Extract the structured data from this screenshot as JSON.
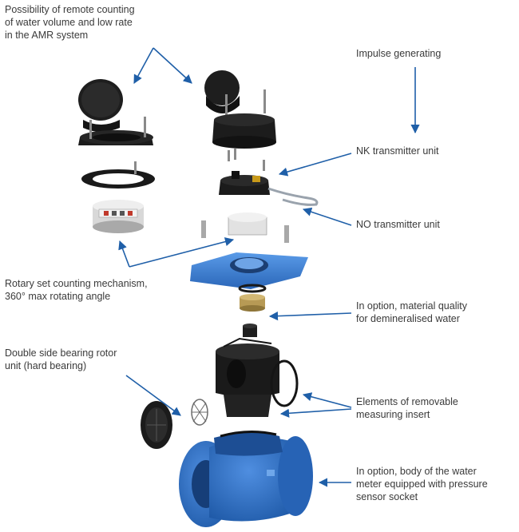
{
  "colors": {
    "text": "#3a3a3a",
    "arrow": "#1f5fa8",
    "part_black": "#1b1b1b",
    "part_blue": "#2f72c9",
    "part_gray": "#bdbdbd",
    "part_brass": "#b79a55"
  },
  "labels": {
    "remote_counting": "Possibility of remote counting\nof water volume and low rate\nin the AMR system",
    "impulse_generating": "Impulse generating",
    "nk_transmitter": "NK transmitter unit",
    "no_transmitter": "NO transmitter unit",
    "rotary_mechanism": "Rotary set counting mechanism,\n360° max rotating angle",
    "material_quality": "In option, material quality\nfor demineralised water",
    "rotor_unit": "Double side bearing rotor\nunit (hard bearing)",
    "removable_insert": "Elements of removable\nmeasuring insert",
    "body_pressure": "In option, body of the water\nmeter equipped with pressure\nsensor socket"
  },
  "icons": [
    "arrow-icon"
  ]
}
